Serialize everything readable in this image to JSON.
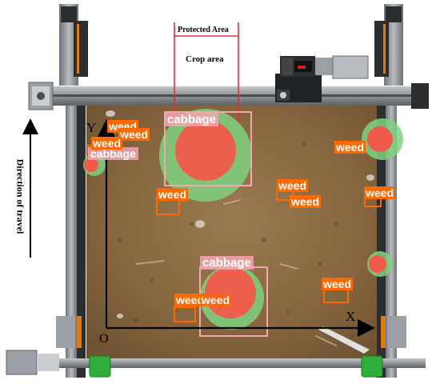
{
  "annotations": {
    "protected_area": "Protected Area",
    "crop_area": "Crop area",
    "direction_of_travel": "Direction of travel",
    "axis_x": "X",
    "axis_y": "Y",
    "origin": "O"
  },
  "detections": {
    "weed": "weed",
    "cabbage": "cabbage"
  },
  "colors": {
    "frame_metal": "#8a8f94",
    "frame_dark": "#2b2e31",
    "soil": "#8d6b45",
    "weed_box": "#ff6a00",
    "cabbage_box": "#f3a6b0",
    "protected_red": "#e03030",
    "crop_green": "#7fd27f",
    "crop_core": "#f05a4a",
    "connector_green": "#2fae3a"
  }
}
